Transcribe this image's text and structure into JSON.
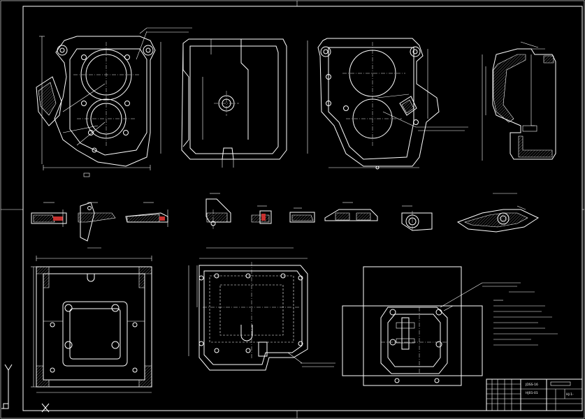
{
  "title_block": {
    "drawing_code": "JDSS-16",
    "part_code": "HJ01-01",
    "right_code": "HJ-1-"
  },
  "axis": {
    "y_label": "Y",
    "x_label": "X"
  },
  "colors": {
    "background": "#000000",
    "linework": "#ffffff",
    "hatch_accent": "#c8312f"
  }
}
